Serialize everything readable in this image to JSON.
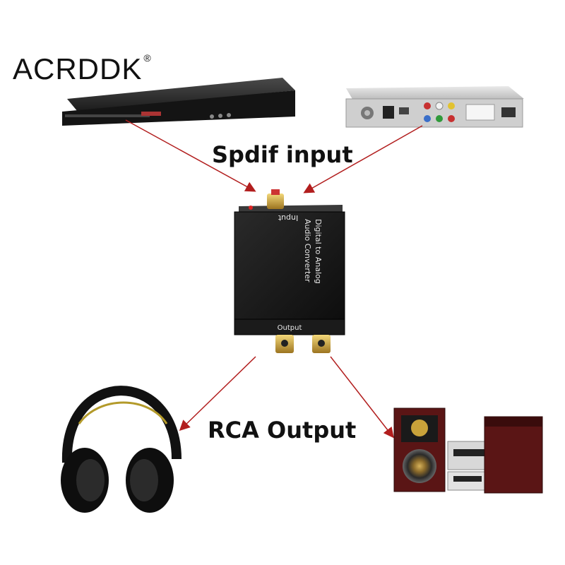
{
  "brand": {
    "name": "ACRDDK",
    "mark": "®"
  },
  "labels": {
    "spdif": "Spdif input",
    "rca": "RCA Output"
  },
  "converter": {
    "title_line1": "Digital to Analog",
    "title_line2": "Audio Converter",
    "input_label": "Input",
    "output_label": "Output"
  },
  "colors": {
    "arrow": "#b21e1e",
    "device": "#1a1a1a",
    "gold": "#c9a23a"
  }
}
